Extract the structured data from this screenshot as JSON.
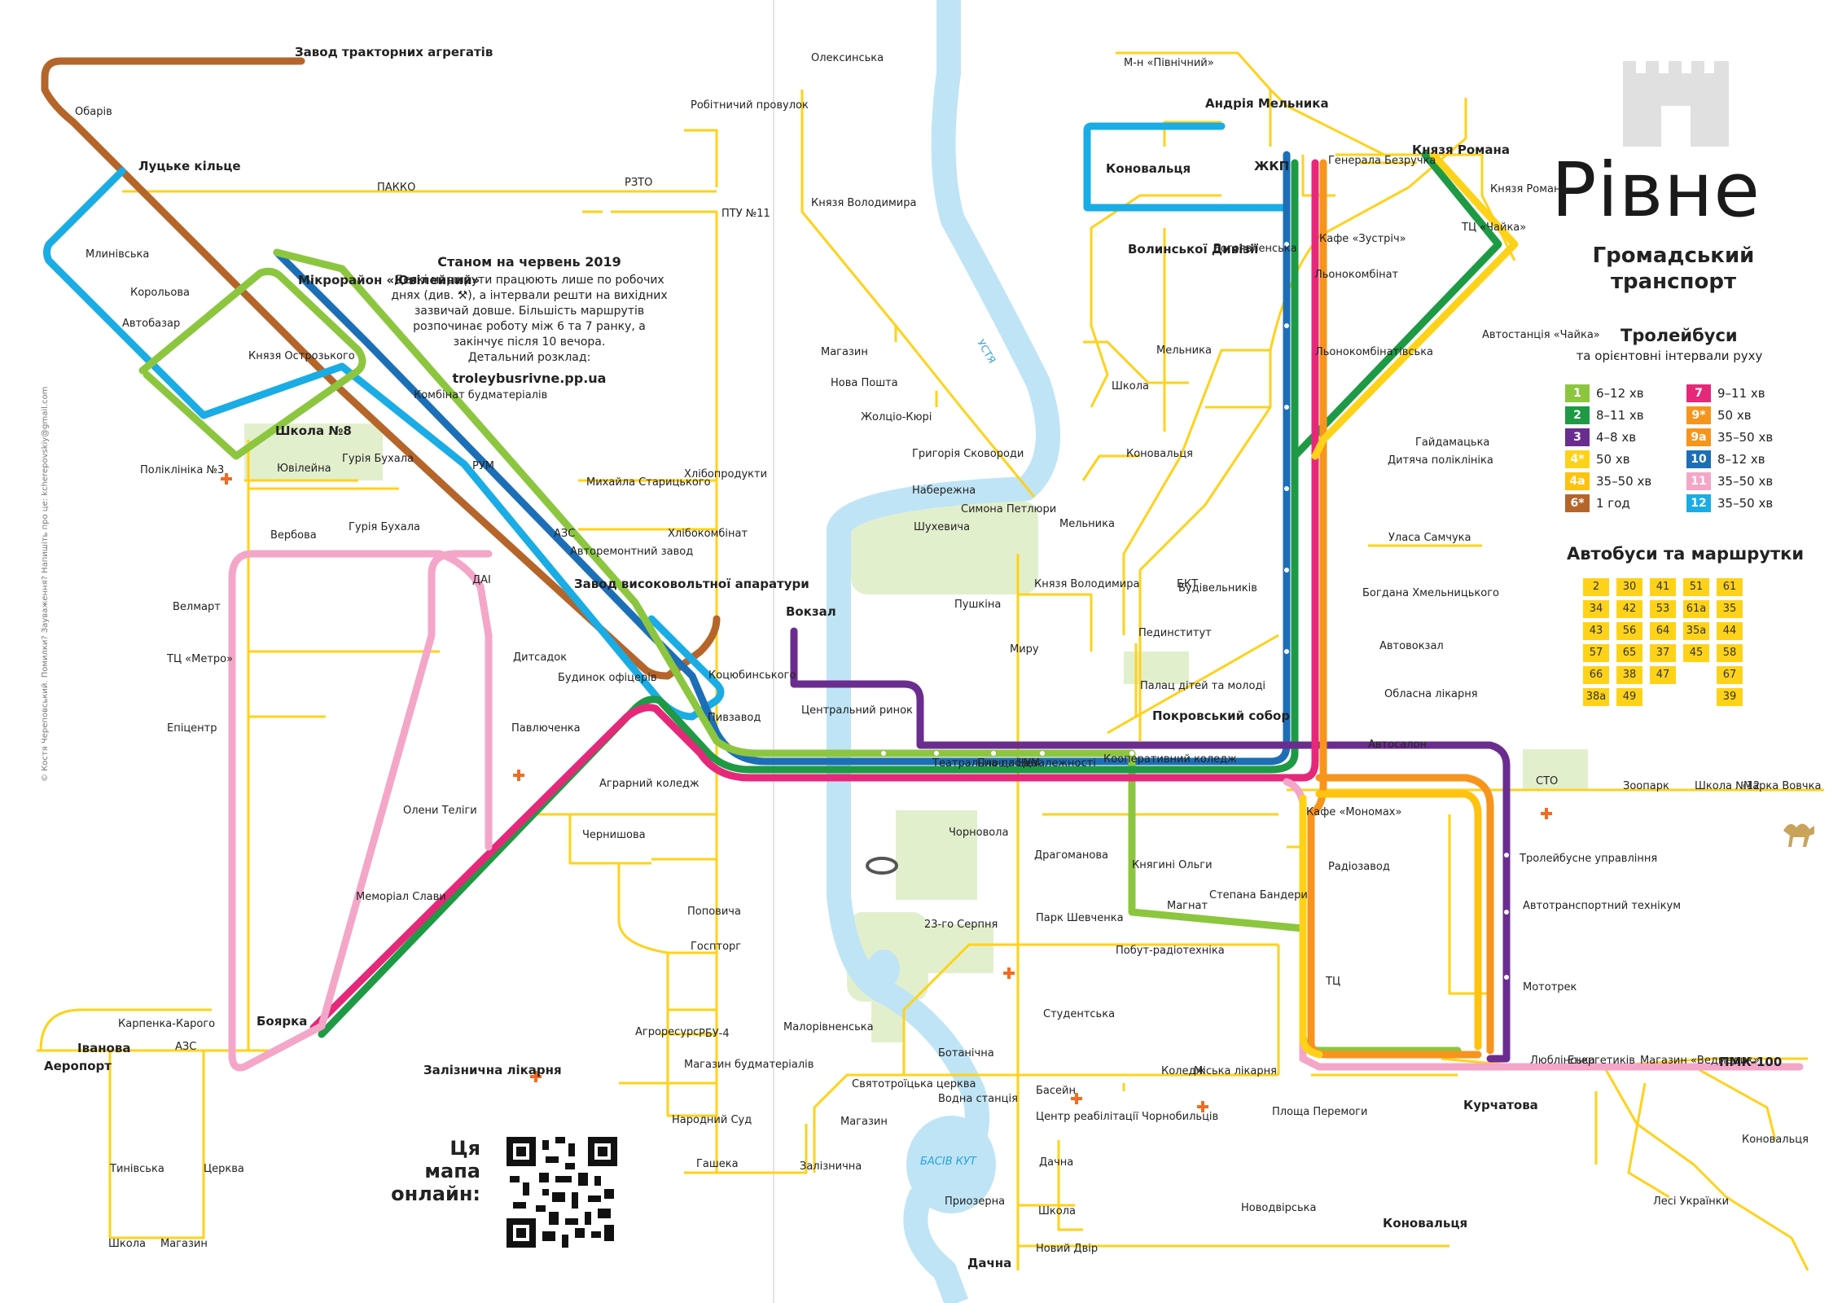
{
  "title": "Рівне",
  "subtitle": "Громадський транспорт",
  "legend": {
    "trolley_heading": "Тролейбуси",
    "trolley_sub": "та орієнтовні інтервали руху",
    "trolley": [
      {
        "route": "1",
        "interval": "6–12 хв",
        "color": "#8cc63f"
      },
      {
        "route": "2",
        "interval": "8–11 хв",
        "color": "#1e9a45"
      },
      {
        "route": "3",
        "interval": "4–8 хв",
        "color": "#6a2d8f"
      },
      {
        "route": "4*",
        "interval": "50 хв",
        "color": "#ffd21a"
      },
      {
        "route": "4а",
        "interval": "35–50 хв",
        "color": "#ffc20e"
      },
      {
        "route": "6*",
        "interval": "1 год",
        "color": "#b5652a"
      },
      {
        "route": "7",
        "interval": "9–11 хв",
        "color": "#e6287a"
      },
      {
        "route": "9*",
        "interval": "50 хв",
        "color": "#f7941d"
      },
      {
        "route": "9а",
        "interval": "35–50 хв",
        "color": "#f7941d"
      },
      {
        "route": "10",
        "interval": "8–12 хв",
        "color": "#1c6fb7"
      },
      {
        "route": "11",
        "interval": "35–50 хв",
        "color": "#f4a6c9"
      },
      {
        "route": "12",
        "interval": "35–50 хв",
        "color": "#1aace4"
      }
    ],
    "bus_heading": "Автобуси та маршрутки",
    "bus_routes": [
      "2",
      "30",
      "41",
      "51",
      "61",
      "34",
      "42",
      "53",
      "61а",
      "35",
      "43",
      "56",
      "64",
      "35а",
      "44",
      "57",
      "65",
      "37",
      "45",
      "58",
      "66",
      "38",
      "47",
      "",
      "67",
      "38а",
      "49",
      "",
      "",
      "39"
    ]
  },
  "info": {
    "heading": "Станом на червень 2019",
    "text": "Деякі маршрути працюють лише по робочих днях (див. ⚒), а інтервали решти на вихідних зазвичай довше. Більшість маршрутів розпочинає роботу між 6 та 7 ранку, а закінчує після 10 вечора.",
    "detail": "Детальний розклад:",
    "url": "troleybusrivne.pp.ua"
  },
  "online_label": "Ця мапа онлайн:",
  "credit": "© Костя Череповський. Помилки? Зауваження? Напишіть про це: kcherepovskiy@gmail.com",
  "river_name": "УСТЯ",
  "lake_name": "БАСІВ КУТ",
  "stops": [
    "Завод тракторних агрегатів",
    "Обарів",
    "Луцьке кільце",
    "Млинівська",
    "Корольова",
    "Автобазар",
    "Князя Острозького",
    "Мікрорайон «Ювілейний»",
    "Школа №8",
    "Ювілейна",
    "Гурія Бухала",
    "Поліклініка №3",
    "Комбінат будматеріалів",
    "РУМ",
    "Михайла Старицького",
    "Хлібопродукти",
    "АЗС",
    "Хлібокомбінат",
    "Авторемонтний завод",
    "Завод високовольтної апаратури",
    "ДАІ",
    "Вербова",
    "Гурія Бухала",
    "Велмарт",
    "ТЦ «Метро»",
    "Епіцентр",
    "Дитсадок",
    "Будинок офіцерів",
    "Павлюченка",
    "Олени Теліги",
    "Аграрний коледж",
    "Чернишова",
    "Меморіал Слави",
    "Боярка",
    "Карпенка-Карого",
    "Іванова",
    "АЗС",
    "Аеропорт",
    "Тинівська",
    "Церква",
    "Школа",
    "Магазин",
    "Залізнична лікарня",
    "Коцюбинського",
    "Пивзавод",
    "Вокзал",
    "Центральний ринок",
    "Театральна площа",
    "Площа Незалежності",
    "ЦУМ",
    "Миру",
    "Кооперативний коледж",
    "Покровський собор",
    "Палац дітей та молоді",
    "Пединститут",
    "БКТ",
    "Поповича",
    "Госпторг",
    "Агроресурс",
    "РБУ-4",
    "Магазин будматеріалів",
    "Народний Суд",
    "Гашека",
    "Малорівненська",
    "Ботанічна",
    "Святотроїцька церква",
    "Магазин",
    "Залізнична",
    "Водна станція",
    "Басейн",
    "Центр реабілітації Чорнобильців",
    "Дачна",
    "Приозерна",
    "Школа",
    "Новий Двір",
    "Дачна",
    "23-го Серпня",
    "Парк Шевченка",
    "Студентська",
    "Драгоманова",
    "Чорновола",
    "Княгині Ольги",
    "Магнат",
    "Степана Бандери",
    "Побут-радіотехніка",
    "Коледж",
    "Міська лікарня",
    "Площа Перемоги",
    "Новодвірська",
    "Коновальця",
    "Олексинська",
    "Робітничий провулок",
    "РЗТО",
    "ПАККО",
    "ПТУ №11",
    "Князя Володимира",
    "Магазин",
    "Нова Пошта",
    "Жолціо-Кюрі",
    "Григорія Сковороди",
    "Набережна",
    "Шухевича",
    "Симона Петлюри",
    "Пушкіна",
    "Князя Володимира",
    "Мельника",
    "Школа",
    "Мельника",
    "Коновальця",
    "Будівельників",
    "Волинської Дивізії",
    "М-н «Північний»",
    "Андрія Мельника",
    "ЖКП",
    "Коновальця",
    "Генерала Безручка",
    "Богоявленська",
    "Кафе «Зустріч»",
    "Льонокомбінат",
    "Льонокомбінатівська",
    "Князя Романа",
    "Князя Романа",
    "Автостанція «Чайка»",
    "ТЦ «Чайка»",
    "Гайдамацька",
    "Дитяча поліклініка",
    "Уласа Самчука",
    "Богдана Хмельницького",
    "Автовокзал",
    "Обласна лікарня",
    "Автосалон",
    "СТО",
    "Зоопарк",
    "Школа №12",
    "Марка Вовчка",
    "Кафе «Мономах»",
    "Радіозавод",
    "Тролейбусне управління",
    "Автотранспортний технікум",
    "Мототрек",
    "ТЦ",
    "Курчатова",
    "Люблінська",
    "Енергетиків",
    "Магазин «Ведмедик»",
    "ПМК-100",
    "Коновальця",
    "Лесі Українки"
  ]
}
